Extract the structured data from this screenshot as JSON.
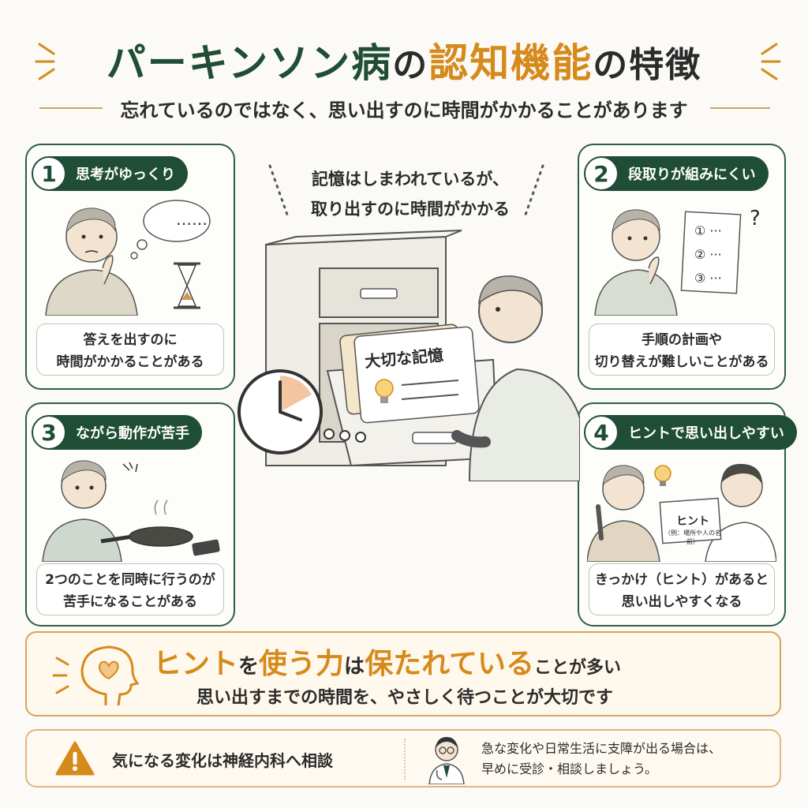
{
  "title": {
    "part1": "パーキンソン病",
    "part2": "の",
    "part3": "認知機能",
    "part4": "の特徴"
  },
  "subtitle": "忘れているのではなく、思い出すのに時間がかかることがあります",
  "center": {
    "line1": "記憶はしまわれているが、",
    "line2": "取り出すのに時間がかかる",
    "card_label": "大切な記憶"
  },
  "cards": [
    {
      "num": "1",
      "label": "思考がゆっくり",
      "caption_line1": "答えを出すのに",
      "caption_line2": "時間がかかることがある"
    },
    {
      "num": "2",
      "label": "段取りが組みにくい",
      "caption_line1": "手順の計画や",
      "caption_line2": "切り替えが難しいことがある"
    },
    {
      "num": "3",
      "label": "ながら動作が苦手",
      "caption_line1": "2つのことを同時に行うのが",
      "caption_line2": "苦手になることがある"
    },
    {
      "num": "4",
      "label": "ヒントで思い出しやすい",
      "caption_line1": "きっかけ（ヒント）があると",
      "caption_line2": "思い出しやすくなる"
    }
  ],
  "card1_bubble": "……",
  "card2_steps": [
    "①",
    "②",
    "③"
  ],
  "card2_question": "?",
  "card4_hint": {
    "title": "ヒント",
    "example": "（例：場所や人の名前）"
  },
  "banner": {
    "part1": "ヒント",
    "part2": "を",
    "part3": "使う力",
    "part4": "は",
    "part5": "保たれている",
    "part6": "ことが多い",
    "sub": "思い出すまでの時間を、やさしく待つことが大切です"
  },
  "bottom": {
    "main": "気になる変化は神経内科へ相談",
    "note_line1": "急な変化や日常生活に支障が出る場合は、",
    "note_line2": "早めに受診・相談しましょう。"
  },
  "colors": {
    "green": "#1f4d35",
    "orange": "#d68a1c",
    "background": "#fbfaf6"
  }
}
